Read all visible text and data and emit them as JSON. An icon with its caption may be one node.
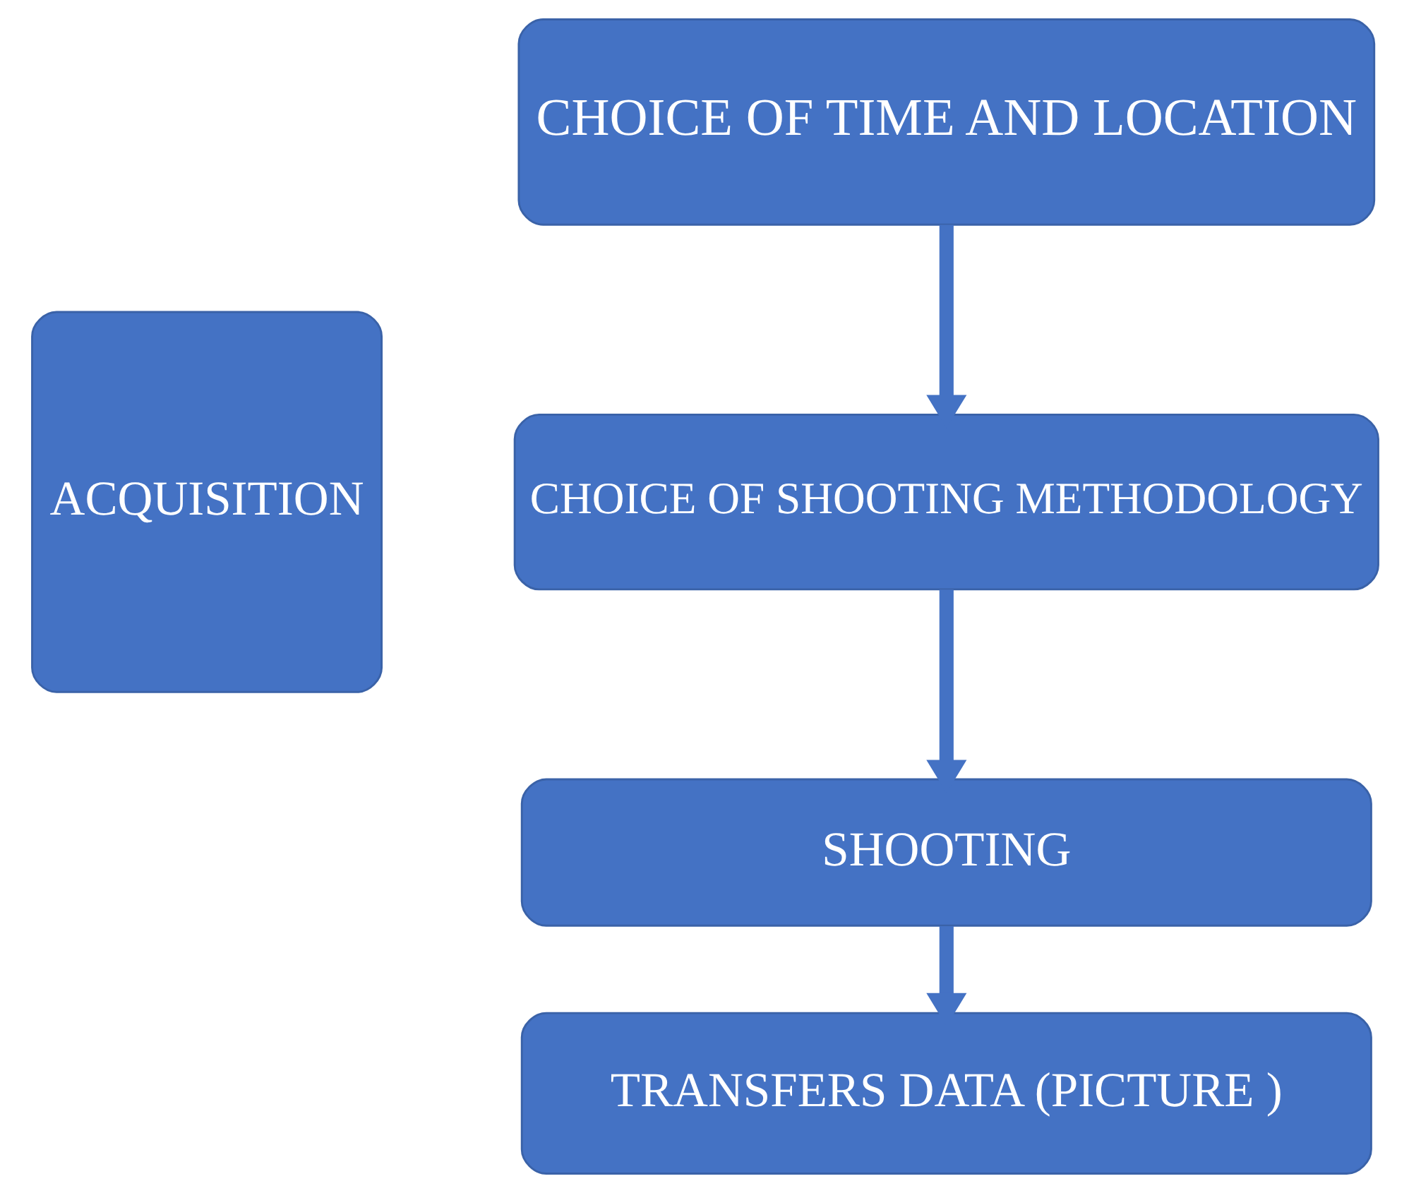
{
  "diagram": {
    "nodes": [
      {
        "text": [
          "ACQUISITION"
        ]
      },
      {
        "text": [
          "CHOICE OF TIME AND LOCATION"
        ]
      },
      {
        "text": [
          "CHOICE OF SHOOTING METHODOLOGY"
        ]
      },
      {
        "text": [
          "SHOOTING"
        ]
      },
      {
        "text": [
          "TRANSFERS DATA (PICTURE )"
        ]
      }
    ],
    "edges": [
      {
        "from": 1,
        "to": 2,
        "arrow": "to"
      },
      {
        "from": 2,
        "to": 3,
        "arrow": "to"
      },
      {
        "from": 3,
        "to": 4,
        "arrow": "to"
      }
    ]
  }
}
